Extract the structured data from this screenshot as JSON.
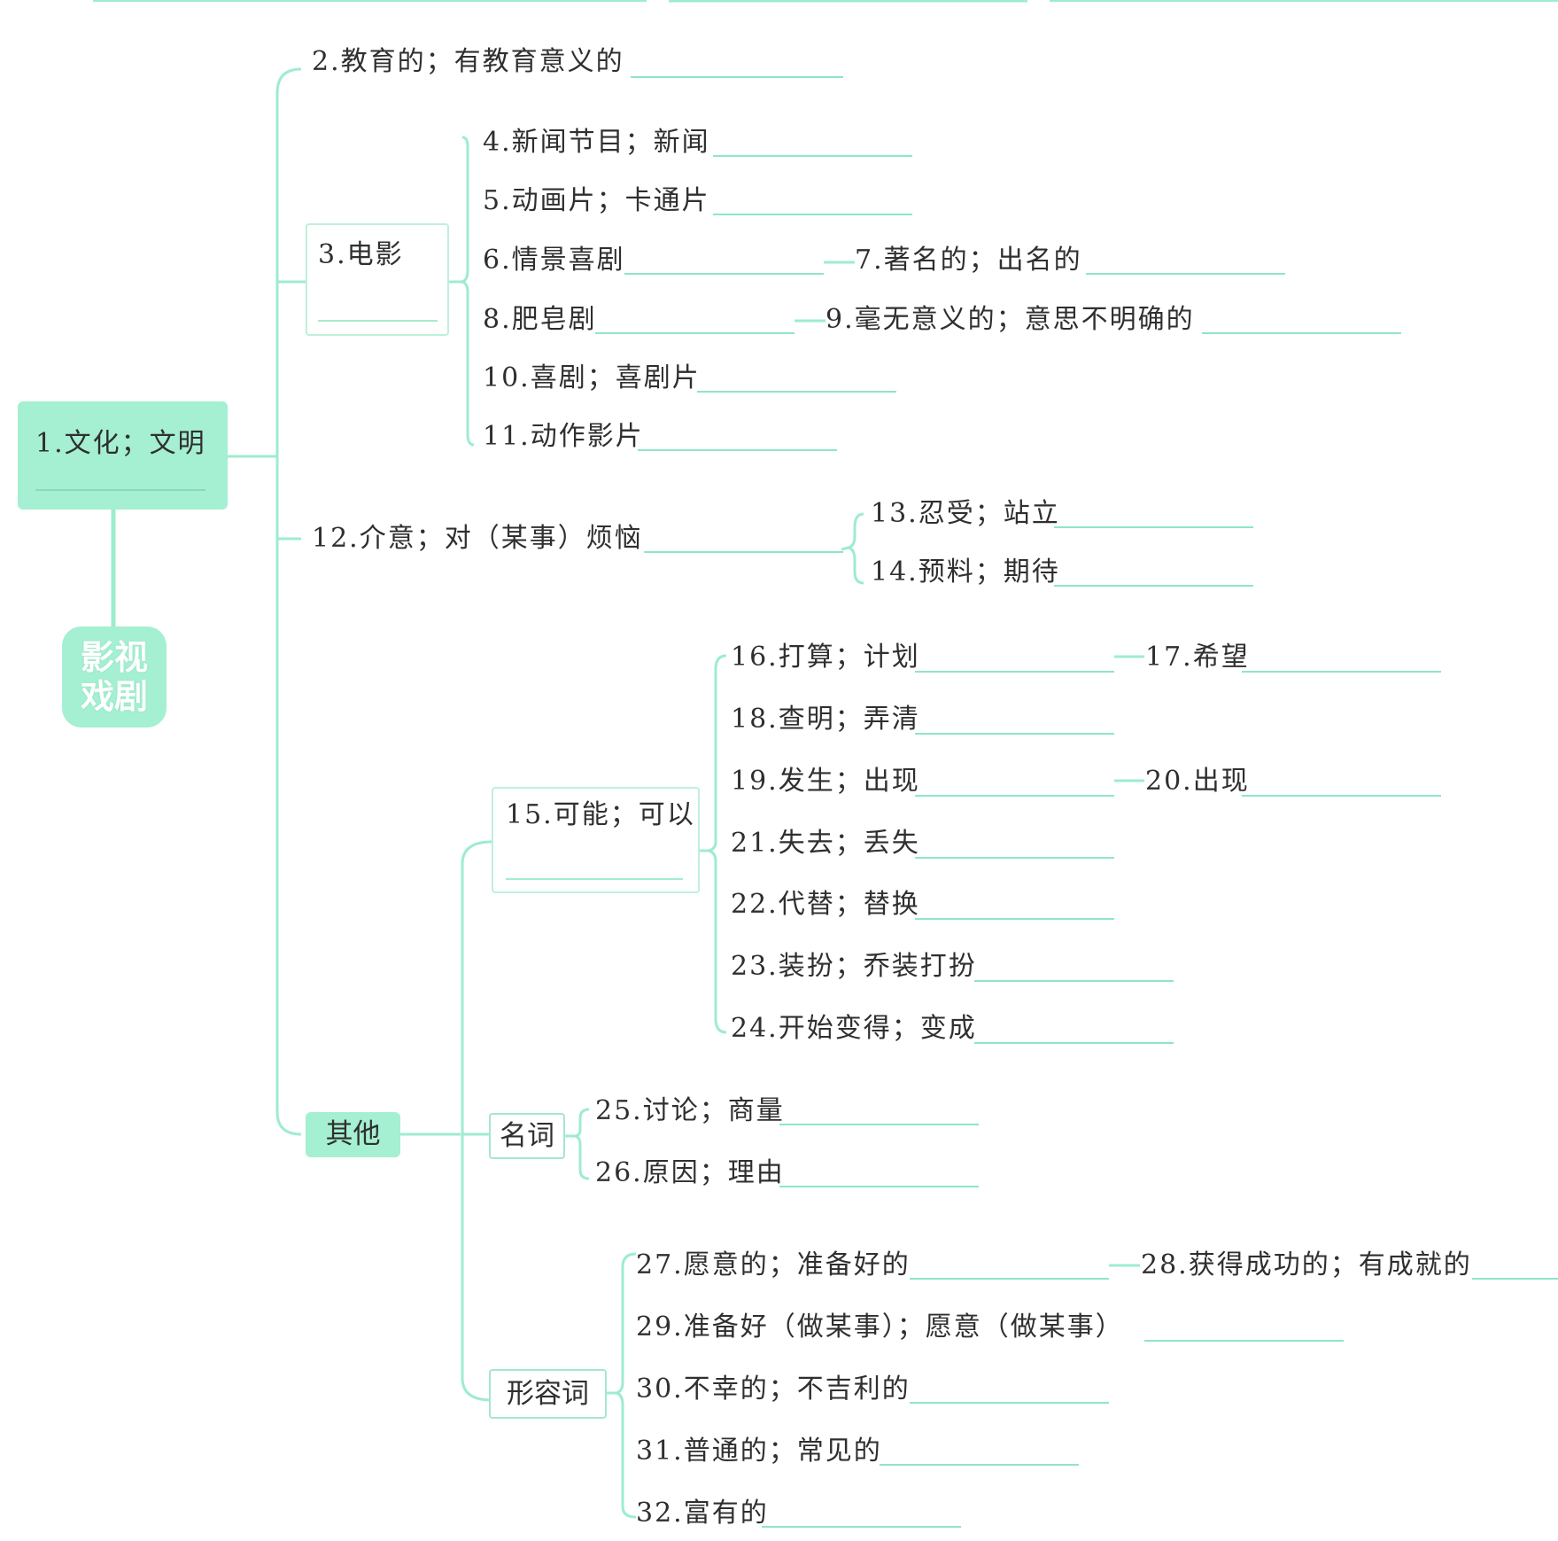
{
  "title": {
    "line1": "影视",
    "line2": "戏剧"
  },
  "root": {
    "label": "1.文化；文明"
  },
  "nodes": {
    "n2": "2.教育的；有教育意义的",
    "n3": "3.电影",
    "n4": "4.新闻节目；新闻",
    "n5": "5.动画片；卡通片",
    "n6": "6.情景喜剧",
    "n7": "7.著名的；出名的",
    "n8": "8.肥皂剧",
    "n9": "9.毫无意义的；意思不明确的",
    "n10": "10.喜剧；喜剧片",
    "n11": "11.动作影片",
    "n12": "12.介意；对（某事）烦恼",
    "n13": "13.忍受；站立",
    "n14": "14.预料；期待",
    "n15": "15.可能；可以",
    "n16": "16.打算；计划",
    "n17": "17.希望",
    "n18": "18.查明；弄清",
    "n19": "19.发生；出现",
    "n20": "20.出现",
    "n21": "21.失去；丢失",
    "n22": "22.代替；替换",
    "n23": "23.装扮；乔装打扮",
    "n24": "24.开始变得；变成",
    "n25": "25.讨论；商量",
    "n26": "26.原因；理由",
    "n27": "27.愿意的；准备好的",
    "n28": "28.获得成功的；有成就的",
    "n29": "29.准备好（做某事）；愿意（做某事）",
    "n30": "30.不幸的；不吉利的",
    "n31": "31.普通的；常见的",
    "n32": "32.富有的"
  },
  "groups": {
    "other": "其他",
    "noun": "名词",
    "adjective": "形容词"
  },
  "colors": {
    "accent": "#a5efd2",
    "line": "#8fe6c3",
    "text": "#2f2f2f"
  }
}
